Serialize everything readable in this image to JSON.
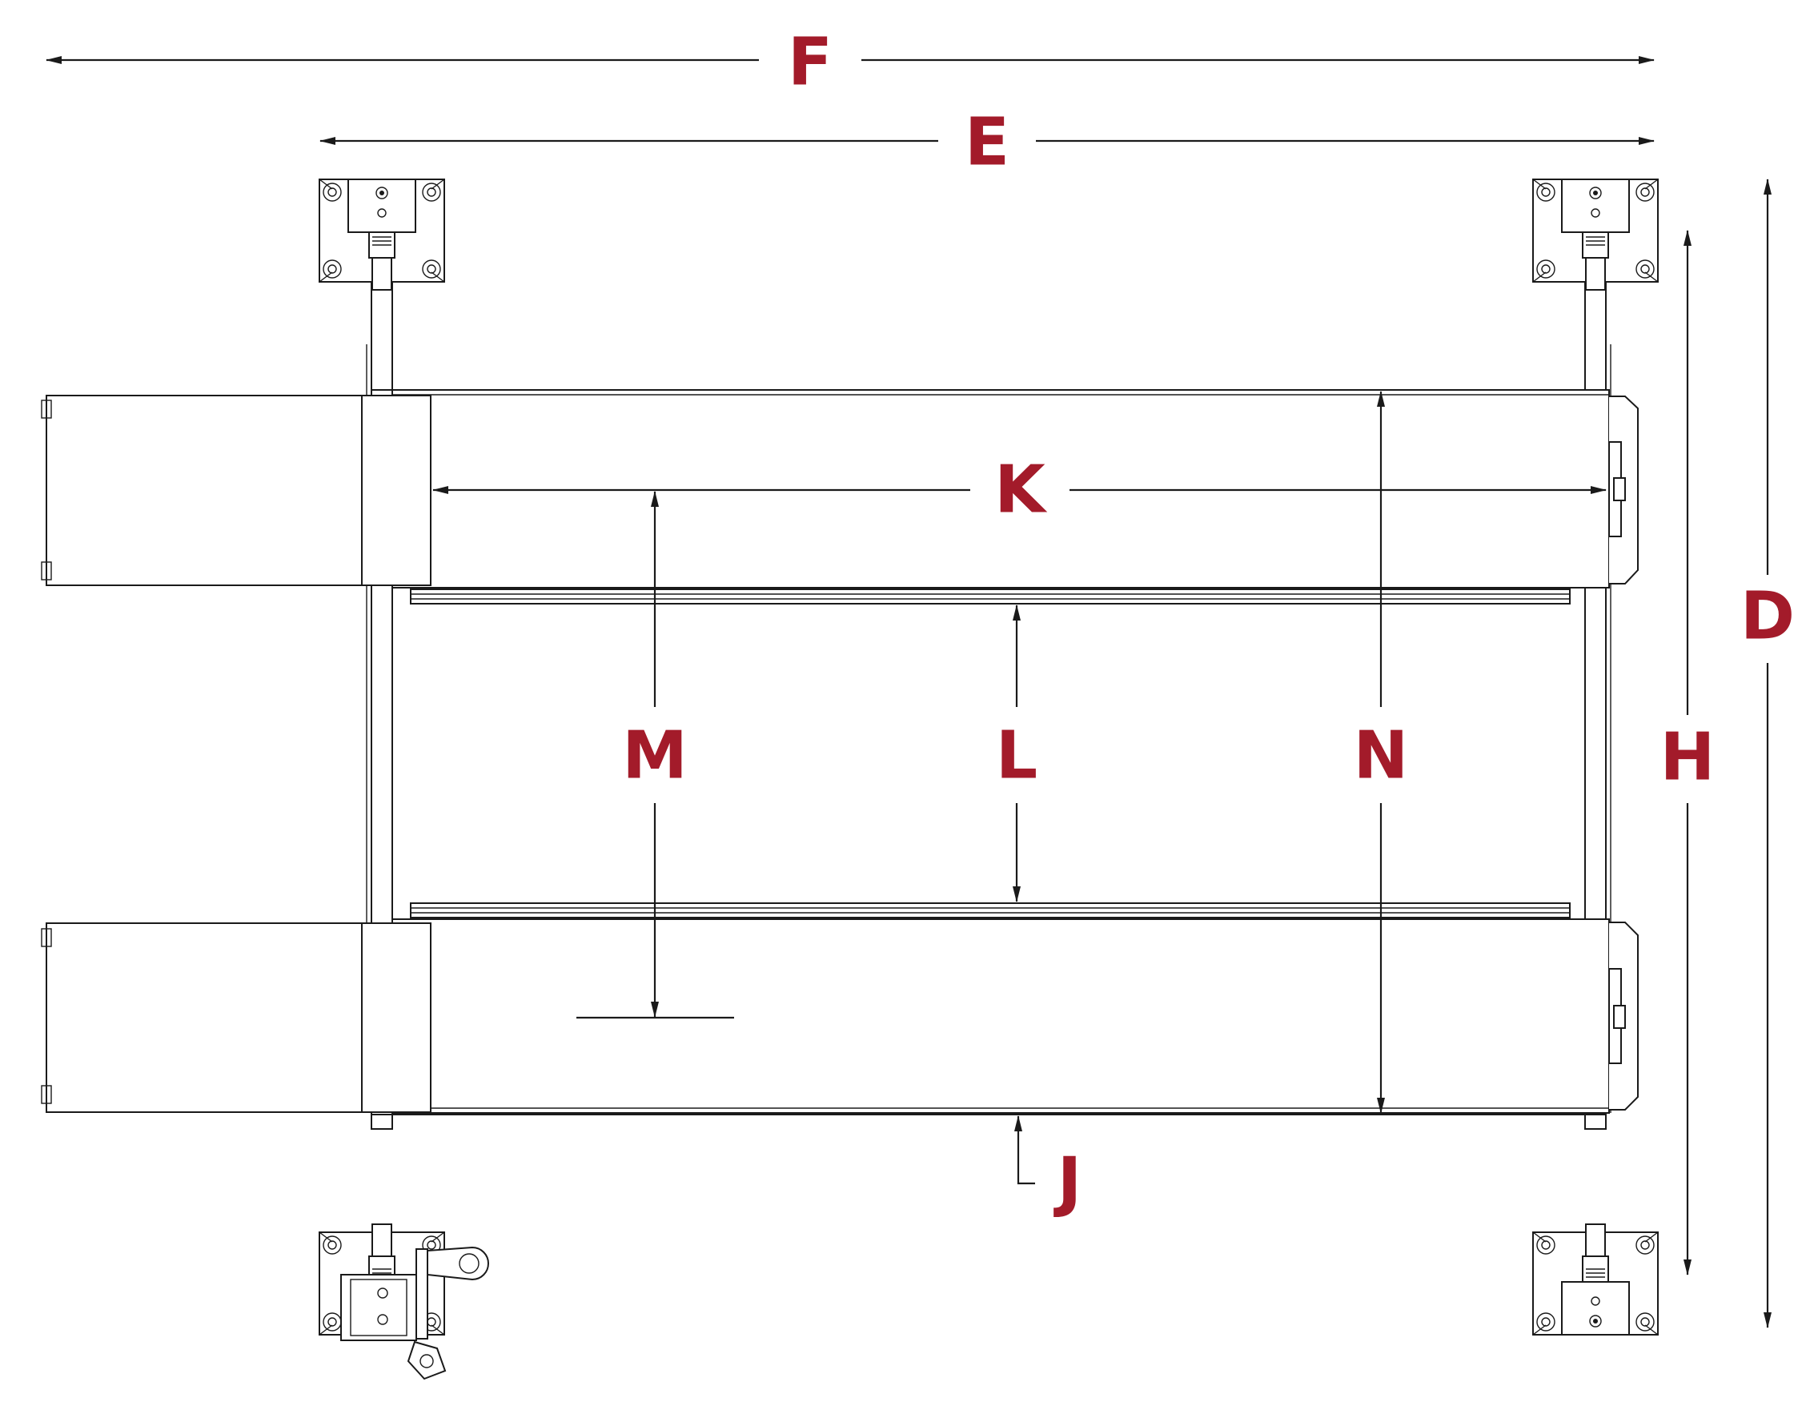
{
  "labels": {
    "F": "F",
    "E": "E",
    "D": "D",
    "K": "K",
    "M": "M",
    "L": "L",
    "N": "N",
    "H": "H",
    "J": "J"
  },
  "colors": {
    "label": "#a31b2a",
    "line": "#1a1a1a",
    "background": "#ffffff"
  }
}
